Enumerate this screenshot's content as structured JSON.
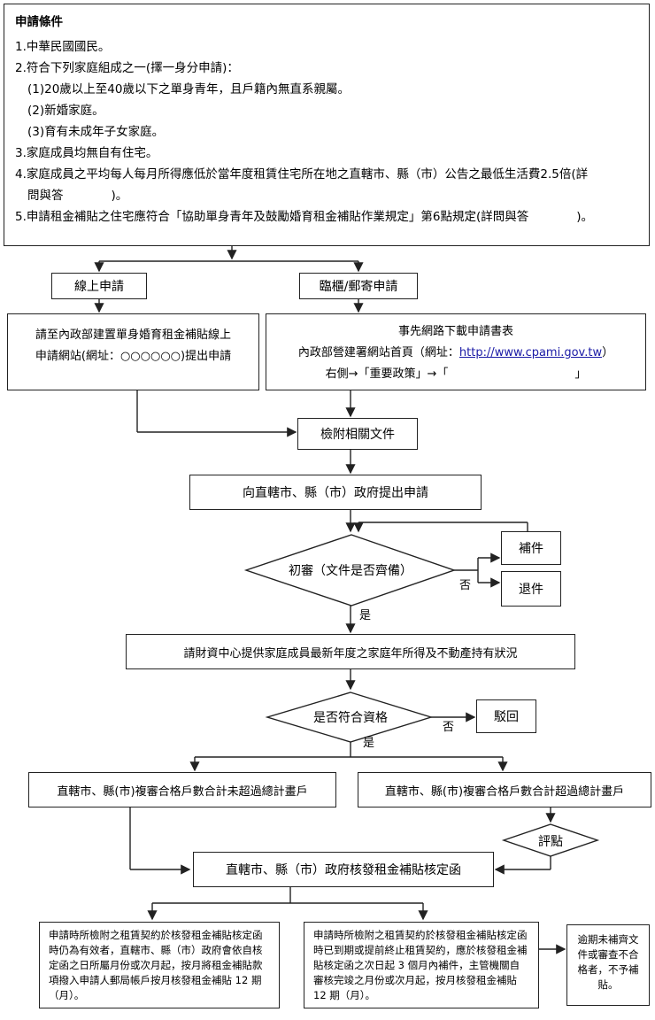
{
  "conditions": {
    "title": "申請條件",
    "items": [
      "1.中華民國國民。",
      "2.符合下列家庭組成之一(擇一身分申請)：",
      "(1)20歲以上至40歲以下之單身青年，且戶籍內無直系親屬。",
      "(2)新婚家庭。",
      "(3)育有未成年子女家庭。",
      "3.家庭成員均無自有住宅。",
      "4.家庭成員之平均每人每月所得應低於當年度租賃住宅所在地之直轄市、縣（市）公告之最低生活費2.5倍(詳",
      "問與答　　　　)。",
      "5.申請租金補貼之住宅應符合「協助單身青年及鼓勵婚育租金補貼作業規定」第6點規定(詳問與答　　　　)。"
    ]
  },
  "nodes": {
    "online": "線上申請",
    "counter": "臨櫃/郵寄申請",
    "online_detail_1": "請至內政部建置單身婚育租金補貼線上",
    "online_detail_2": "申請網站(網址：○○○○○○)提出申請",
    "counter_detail_1": "事先網路下載申請書表",
    "counter_detail_2a": "內政部營建署網站首頁（網址：",
    "counter_detail_link": "http://www.cpami.gov.tw",
    "counter_detail_2b": "）",
    "counter_detail_3": "右側→「重要政策」→「　　　　　　　　　　　」",
    "attach_docs": "檢附相關文件",
    "submit": "向直轄市、縣（市）政府提出申請",
    "initial_review": "初審（文件是否齊備）",
    "supplement": "補件",
    "return": "退件",
    "no1": "否",
    "yes1": "是",
    "finance_center": "請財資中心提供家庭成員最新年度之家庭年所得及不動產持有狀況",
    "eligible": "是否符合資格",
    "no2": "否",
    "yes2": "是",
    "reject": "駁回",
    "not_exceed": "直轄市、縣(市)複審合格戶數合計未超過總計畫戶",
    "exceed": "直轄市、縣(市)複審合格戶數合計超過總計畫戶",
    "score": "評點",
    "issue_letter": "直轄市、縣（市）政府核發租金補貼核定函"
  },
  "notes": {
    "left": "申請時所檢附之租賃契約於核發租金補貼核定函時仍為有效者，直轄市、縣（市）政府會依自核定函之日所屬月份或次月起，按月將租金補貼款項撥入申請人郵局帳戶按月核發租金補貼 12 期（月）。",
    "middle": "申請時所檢附之租賃契約於核發租金補貼核定函時已到期或提前終止租賃契約，應於核發租金補貼核定函之次日起 3 個月內補件，主管機關自審核完竣之月份或次月起，按月核發租金補貼 12 期（月）。",
    "right": "逾期未補齊文件或審查不合格者，不予補貼。"
  }
}
